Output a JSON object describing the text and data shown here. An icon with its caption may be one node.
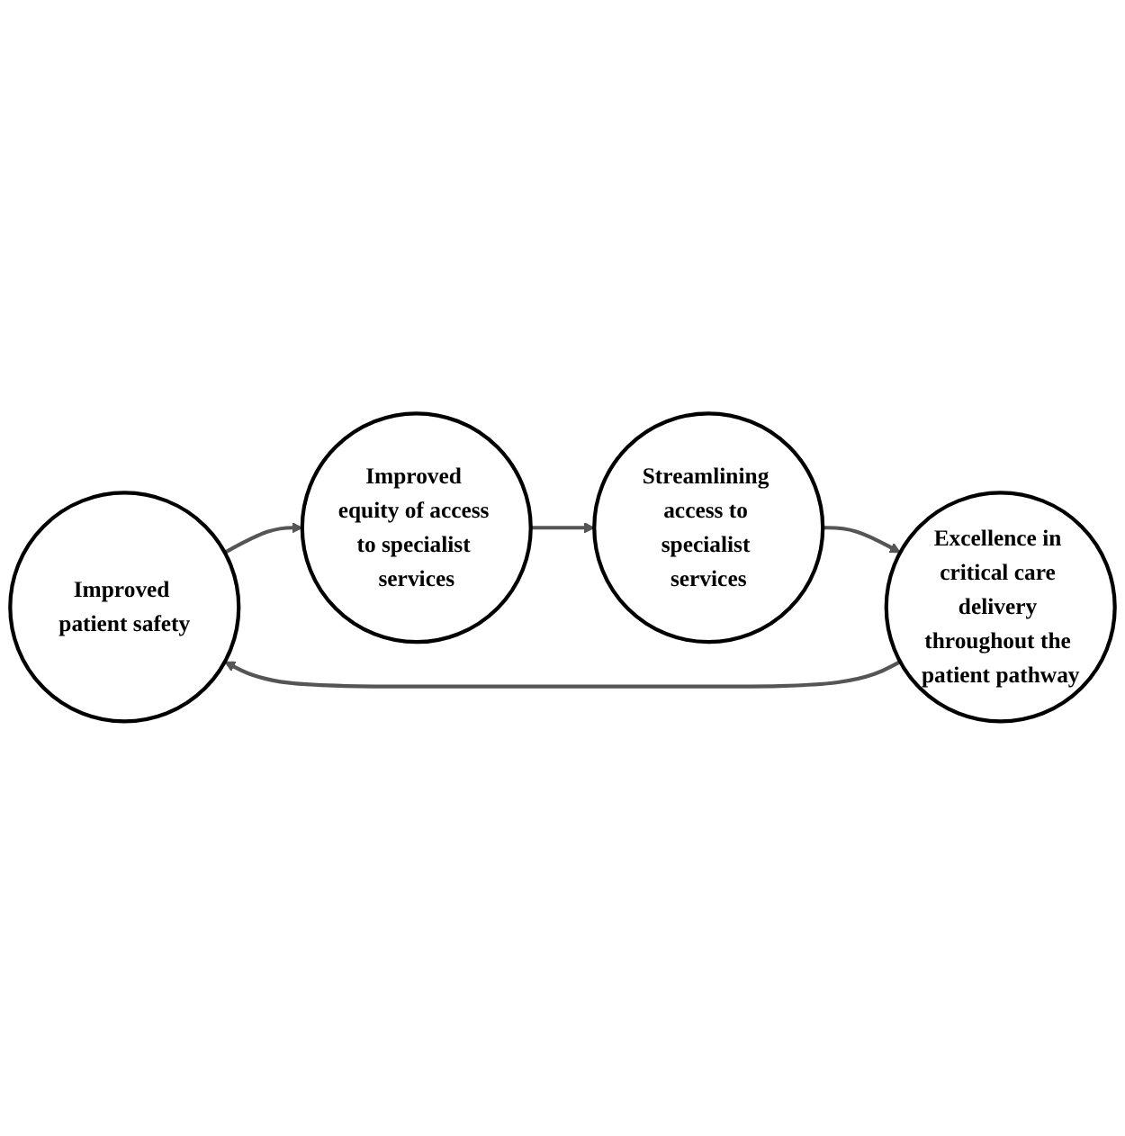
{
  "diagram": {
    "nodes": [
      {
        "text": [
          "Improved patient safety"
        ]
      },
      {
        "text": [
          "Improved equity of access to specialist services"
        ]
      },
      {
        "text": [
          "Streamlining access to specialist services"
        ]
      },
      {
        "text": [
          "Excellence in critical care delivery throughout the patient pathway"
        ]
      }
    ],
    "edges": [
      {
        "from": 0,
        "to": 1,
        "arrow": "to"
      },
      {
        "from": 1,
        "to": 2,
        "arrow": "to"
      },
      {
        "from": 2,
        "to": 3,
        "arrow": "to"
      },
      {
        "from": 3,
        "to": 0,
        "arrow": "to"
      }
    ]
  }
}
